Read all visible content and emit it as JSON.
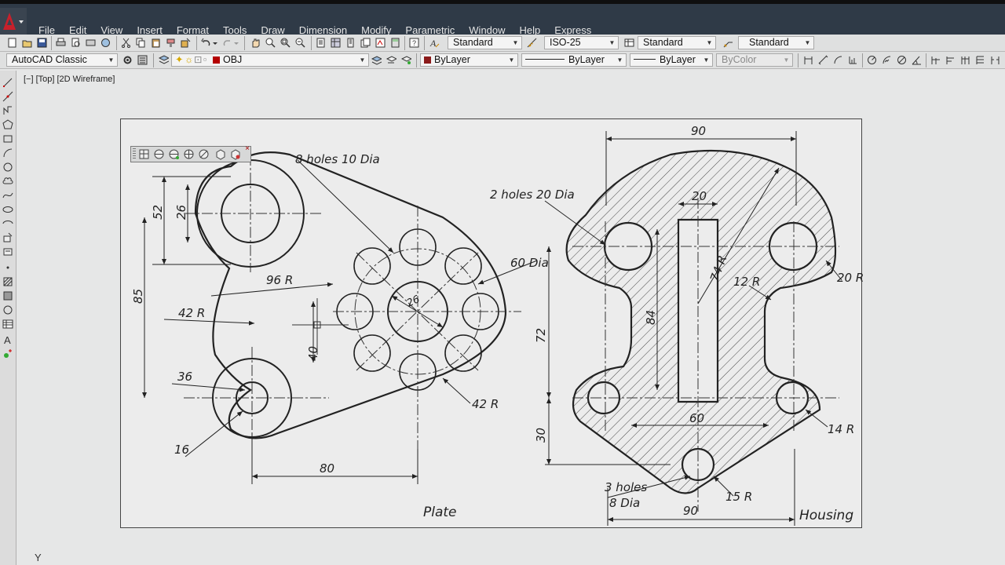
{
  "menu": {
    "items": [
      "File",
      "Edit",
      "View",
      "Insert",
      "Format",
      "Tools",
      "Draw",
      "Dimension",
      "Modify",
      "Parametric",
      "Window",
      "Help",
      "Express"
    ]
  },
  "toolbar1": {
    "text_style": "Standard",
    "dim_style": "ISO-25",
    "table_style": "Standard",
    "multileader_style": "Standard"
  },
  "toolbar2": {
    "workspace": "AutoCAD Classic",
    "layer": "OBJ",
    "color": "ByLayer",
    "linetype": "ByLayer",
    "lineweight": "ByLayer",
    "plotstyle": "ByColor"
  },
  "viewport": {
    "label": "[−] [Top] [2D Wireframe]"
  },
  "ucs": {
    "axis_label": "Y"
  },
  "drawing": {
    "plate": {
      "title": "Plate",
      "dims": {
        "holes": "8 holes 10 Dia",
        "r96": "96 R",
        "r42": "42 R",
        "d26": "26",
        "d60": "60 Dia",
        "v52": "52",
        "v26": "26",
        "v85": "85",
        "v40": "40",
        "d36": "36",
        "d16": "16",
        "h80": "80",
        "r42b": "42 R"
      }
    },
    "housing": {
      "title": "Housing",
      "dims": {
        "top90": "90",
        "holes": "2 holes 20 Dia",
        "w20": "20",
        "r74": "74 R",
        "r12": "12 R",
        "r20": "20 R",
        "v84": "84",
        "v72": "72",
        "w60": "60",
        "v30": "30",
        "r14": "14 R",
        "holes3a": "3 holes",
        "holes3b": "8 Dia",
        "r15": "15 R",
        "bot90": "90"
      }
    }
  },
  "colors": {
    "menubar": "#2f3a47",
    "toolbar": "#dfe0e0",
    "canvas": "#e6e7e7",
    "bylayer_swatch": "#8b1a1a",
    "logo": "#c8202b"
  }
}
